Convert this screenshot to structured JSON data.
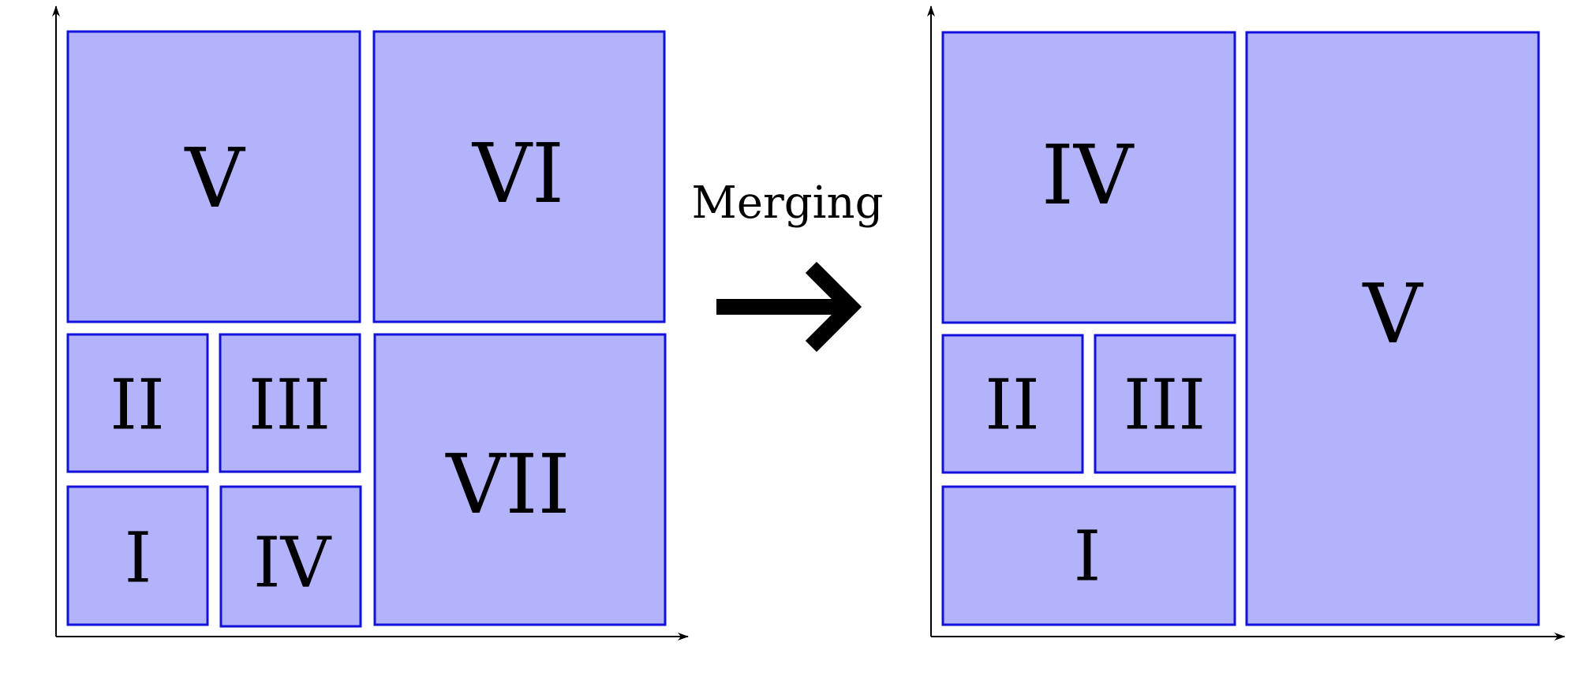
{
  "before": {
    "regions": [
      {
        "id": "V",
        "label": "V"
      },
      {
        "id": "VI",
        "label": "VI"
      },
      {
        "id": "II",
        "label": "II"
      },
      {
        "id": "III",
        "label": "III"
      },
      {
        "id": "VII",
        "label": "VII"
      },
      {
        "id": "I",
        "label": "I"
      },
      {
        "id": "IV",
        "label": "IV"
      }
    ]
  },
  "transition": {
    "label": "Merging"
  },
  "after": {
    "regions": [
      {
        "id": "IV",
        "label": "IV"
      },
      {
        "id": "V",
        "label": "V"
      },
      {
        "id": "II",
        "label": "II"
      },
      {
        "id": "III",
        "label": "III"
      },
      {
        "id": "I",
        "label": "I"
      }
    ]
  },
  "colors": {
    "fill": "#b3b3fb",
    "stroke": "#1111d8",
    "axis": "#000000"
  }
}
